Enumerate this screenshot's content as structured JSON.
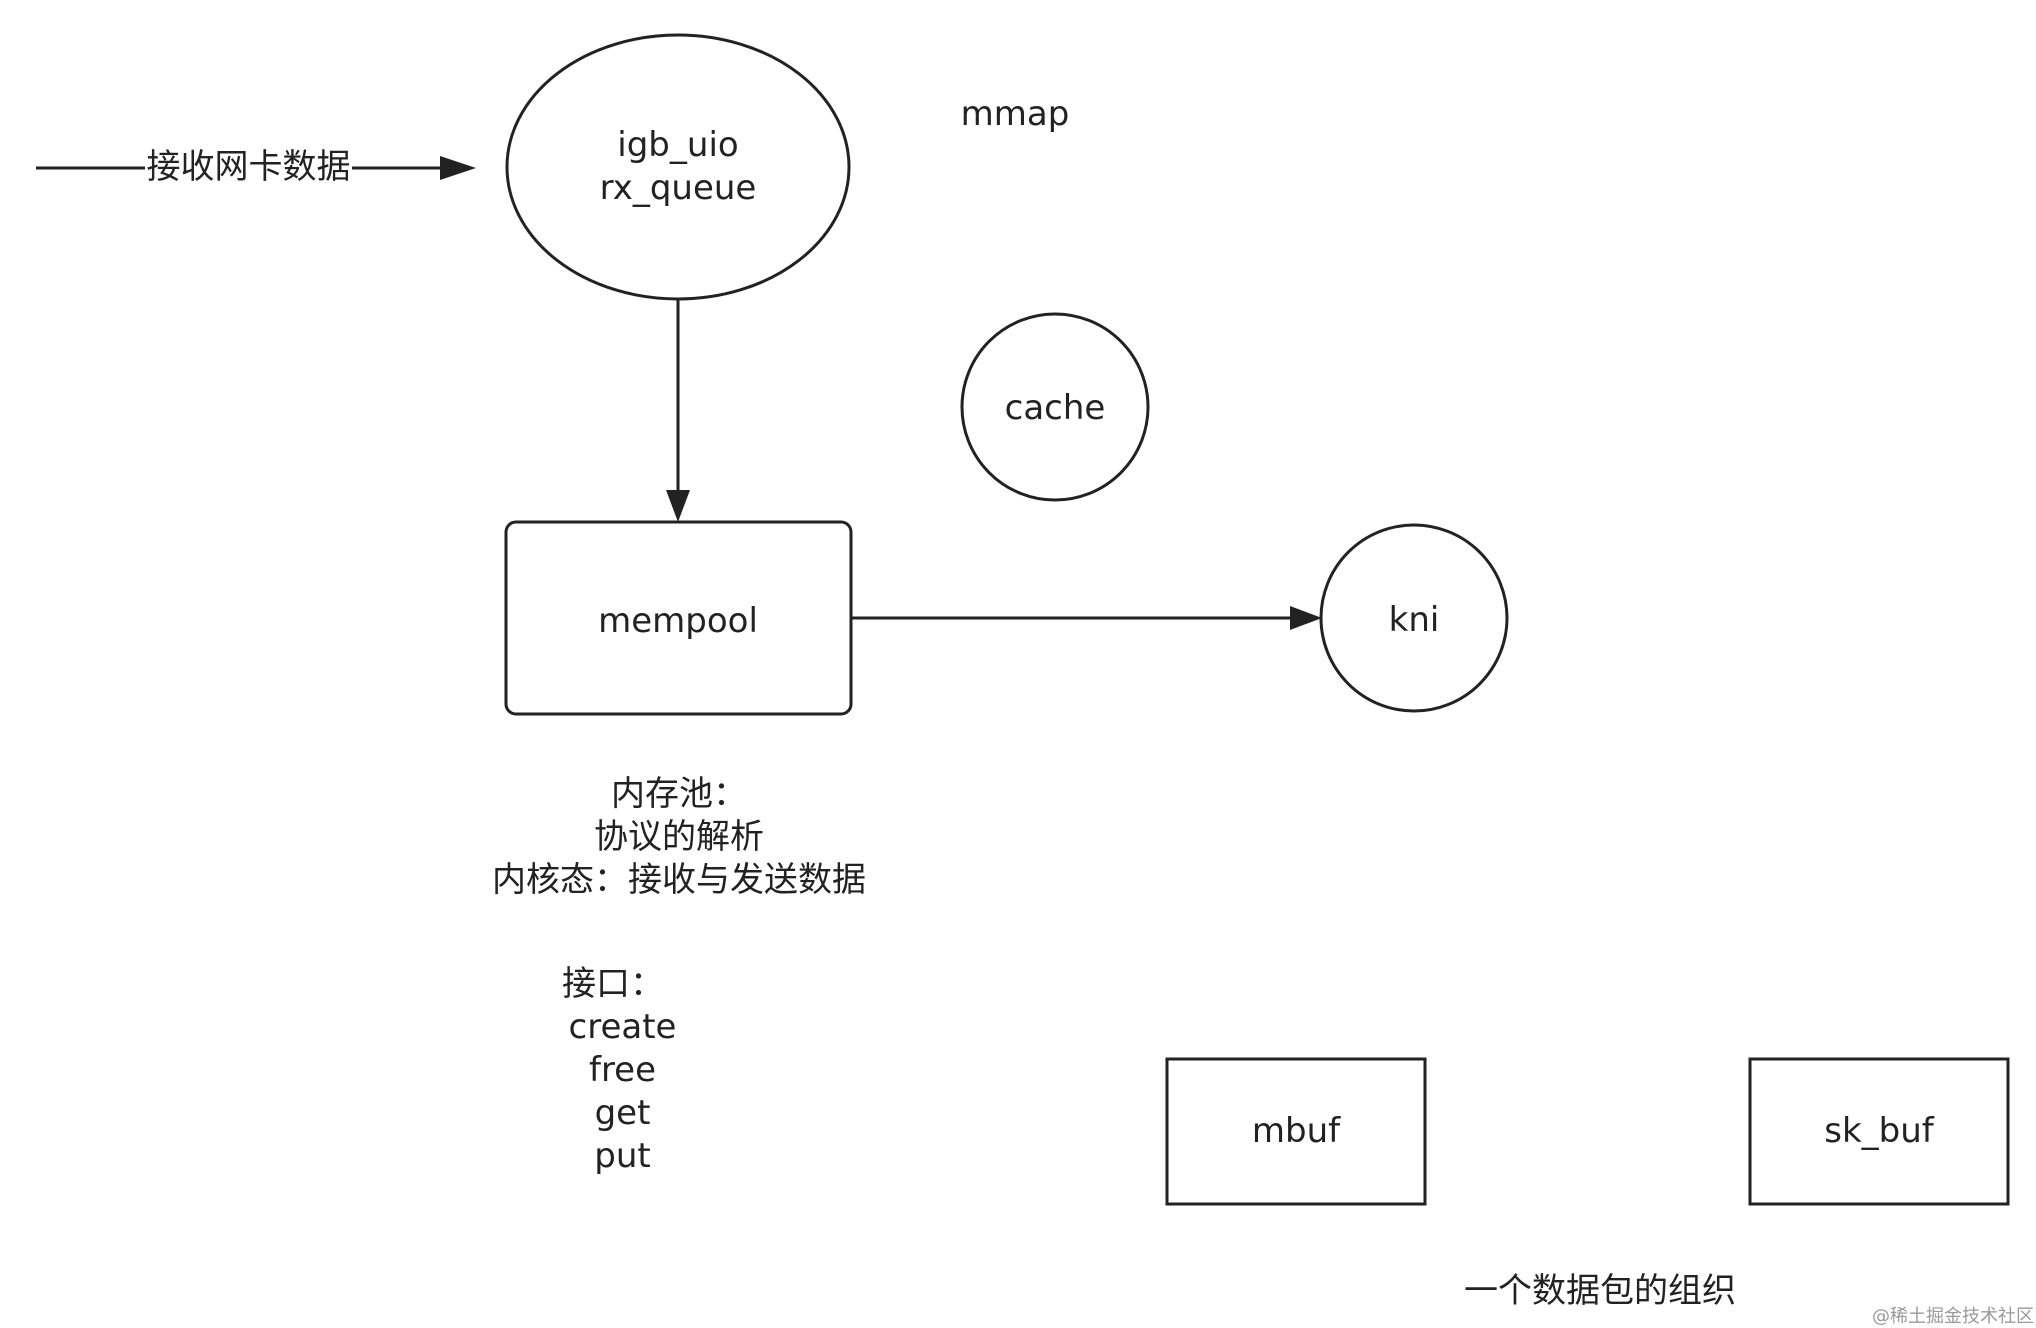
{
  "nodes": {
    "igb_uio": {
      "line1": "igb_uio",
      "line2": "rx_queue"
    },
    "cache": {
      "label": "cache"
    },
    "mempool": {
      "label": "mempool"
    },
    "kni": {
      "label": "kni"
    },
    "mbuf": {
      "label": "mbuf"
    },
    "sk_buf": {
      "label": "sk_buf"
    }
  },
  "labels": {
    "mmap": "mmap",
    "input_arrow": "接收网卡数据",
    "mempool_desc": [
      "内存池：",
      "协议的解析",
      "内核态：接收与发送数据"
    ],
    "interface_title": "接口：",
    "interface_items": [
      "create",
      "free",
      "get",
      "put"
    ],
    "packet_org": "一个数据包的组织"
  },
  "watermark": "@稀土掘金技术社区",
  "colors": {
    "stroke": "#222222",
    "text": "#222222",
    "background": "#ffffff",
    "watermark": "#9a9a9a"
  }
}
